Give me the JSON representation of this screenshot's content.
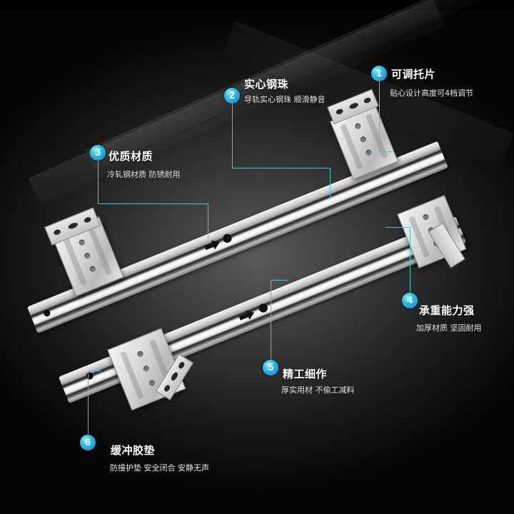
{
  "product": "drawer-slide-rail",
  "accent_color": "#2cc0e0",
  "line_color": "#3ec7d8",
  "callouts": [
    {
      "number": "1",
      "title": "可调托片",
      "subtitle": "贴心设计高度可4档调节"
    },
    {
      "number": "2",
      "title": "实心钢珠",
      "subtitle": "导轨实心钢珠 顺滑静音"
    },
    {
      "number": "3",
      "title": "优质材质",
      "subtitle": "冷轧钢材质 防锈耐用"
    },
    {
      "number": "4",
      "title": "承重能力强",
      "subtitle": "加厚材质 坚固耐用"
    },
    {
      "number": "5",
      "title": "精工细作",
      "subtitle": "厚实用材 不偷工减料"
    },
    {
      "number": "6",
      "title": "缓冲胶垫",
      "subtitle": "防撞护垫 安全闭合 安静无声"
    }
  ]
}
